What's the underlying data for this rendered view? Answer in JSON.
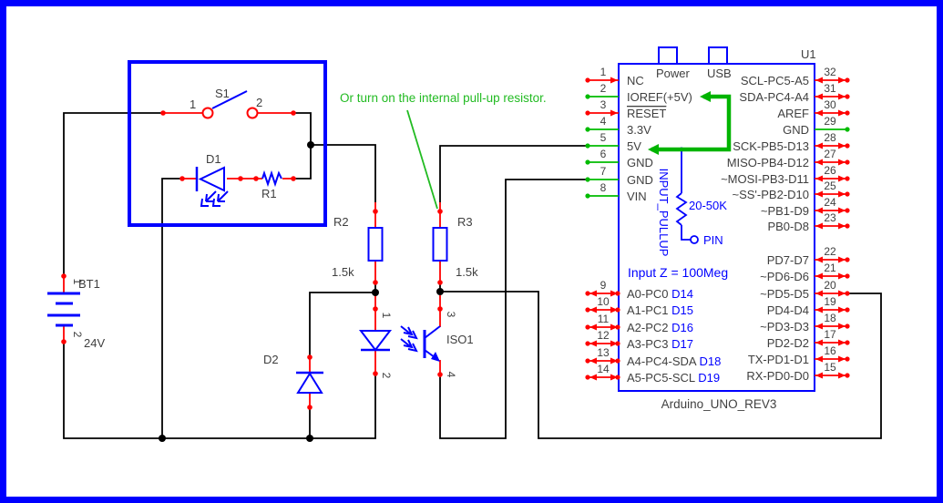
{
  "colors": {
    "border_blue": "#0000FF",
    "symbol_blue": "#0000FF",
    "wire_black": "#000000",
    "pin_red": "#FF0000",
    "pin_green": "#00BB00",
    "green_wire": "#00B400",
    "text_gray": "#3F3F3F",
    "blue_text": "#0000FF",
    "green_text": "#22BB22"
  },
  "note": "Or turn on the internal pull-up resistor.",
  "switch_box": {
    "ref": "S1",
    "terminal1": "1",
    "terminal2": "2",
    "diode": "D1",
    "resistor": "R1"
  },
  "battery": {
    "ref": "BT1",
    "pin1": "1",
    "pin2": "2",
    "voltage": "24V"
  },
  "r2": {
    "ref": "R2",
    "value": "1.5k"
  },
  "r3": {
    "ref": "R3",
    "value": "1.5k"
  },
  "d2": {
    "ref": "D2"
  },
  "iso": {
    "ref": "ISO1",
    "pin1": "1",
    "pin2": "2",
    "pin3": "3",
    "pin4": "4"
  },
  "arduino": {
    "ref": "U1",
    "name": "Arduino_UNO_REV3",
    "power": "Power",
    "usb": "USB",
    "input_z": "Input Z = 100Meg",
    "pullup_label": "INPUT_PULLUP",
    "pullup_value": "20-50K",
    "pullup_pin": "PIN",
    "left_power_pins": [
      {
        "num": "1",
        "name": "NC",
        "color": "red"
      },
      {
        "num": "2",
        "name": "IOREF(+5V)",
        "color": "green"
      },
      {
        "num": "3",
        "name": "RESET",
        "color": "red",
        "overline": true
      },
      {
        "num": "4",
        "name": "3.3V",
        "color": "green"
      },
      {
        "num": "5",
        "name": "5V",
        "color": "green"
      },
      {
        "num": "6",
        "name": "GND",
        "color": "green"
      },
      {
        "num": "7",
        "name": "GND",
        "color": "green"
      },
      {
        "num": "8",
        "name": "VIN",
        "color": "green"
      }
    ],
    "left_analog_pins": [
      {
        "num": "9",
        "name": "A0-PC0",
        "dlabel": "D14",
        "color": "red"
      },
      {
        "num": "10",
        "name": "A1-PC1",
        "dlabel": "D15",
        "color": "red"
      },
      {
        "num": "11",
        "name": "A2-PC2",
        "dlabel": "D16",
        "color": "red"
      },
      {
        "num": "12",
        "name": "A3-PC3",
        "dlabel": "D17",
        "color": "red"
      },
      {
        "num": "13",
        "name": "A4-PC4-SDA",
        "dlabel": "D18",
        "color": "red"
      },
      {
        "num": "14",
        "name": "A5-PC5-SCL",
        "dlabel": "D19",
        "color": "red"
      }
    ],
    "right_upper_pins": [
      {
        "num": "32",
        "name": "SCL-PC5-A5",
        "color": "red"
      },
      {
        "num": "31",
        "name": "SDA-PC4-A4",
        "color": "red"
      },
      {
        "num": "30",
        "name": "AREF",
        "color": "red"
      },
      {
        "num": "29",
        "name": "GND",
        "color": "green"
      },
      {
        "num": "28",
        "name": "SCK-PB5-D13",
        "color": "red"
      },
      {
        "num": "27",
        "name": "MISO-PB4-D12",
        "color": "red"
      },
      {
        "num": "26",
        "name": "~MOSI-PB3-D11",
        "color": "red"
      },
      {
        "num": "25",
        "name": "~SS'-PB2-D10",
        "color": "red"
      },
      {
        "num": "24",
        "name": "~PB1-D9",
        "color": "red"
      },
      {
        "num": "23",
        "name": "PB0-D8",
        "color": "red"
      }
    ],
    "right_lower_pins": [
      {
        "num": "22",
        "name": "PD7-D7",
        "color": "red"
      },
      {
        "num": "21",
        "name": "~PD6-D6",
        "color": "red"
      },
      {
        "num": "20",
        "name": "~PD5-D5",
        "color": "red"
      },
      {
        "num": "19",
        "name": "PD4-D4",
        "color": "red"
      },
      {
        "num": "18",
        "name": "~PD3-D3",
        "color": "red"
      },
      {
        "num": "17",
        "name": "PD2-D2",
        "color": "red"
      },
      {
        "num": "16",
        "name": "TX-PD1-D1",
        "color": "red"
      },
      {
        "num": "15",
        "name": "RX-PD0-D0",
        "color": "red"
      }
    ]
  }
}
